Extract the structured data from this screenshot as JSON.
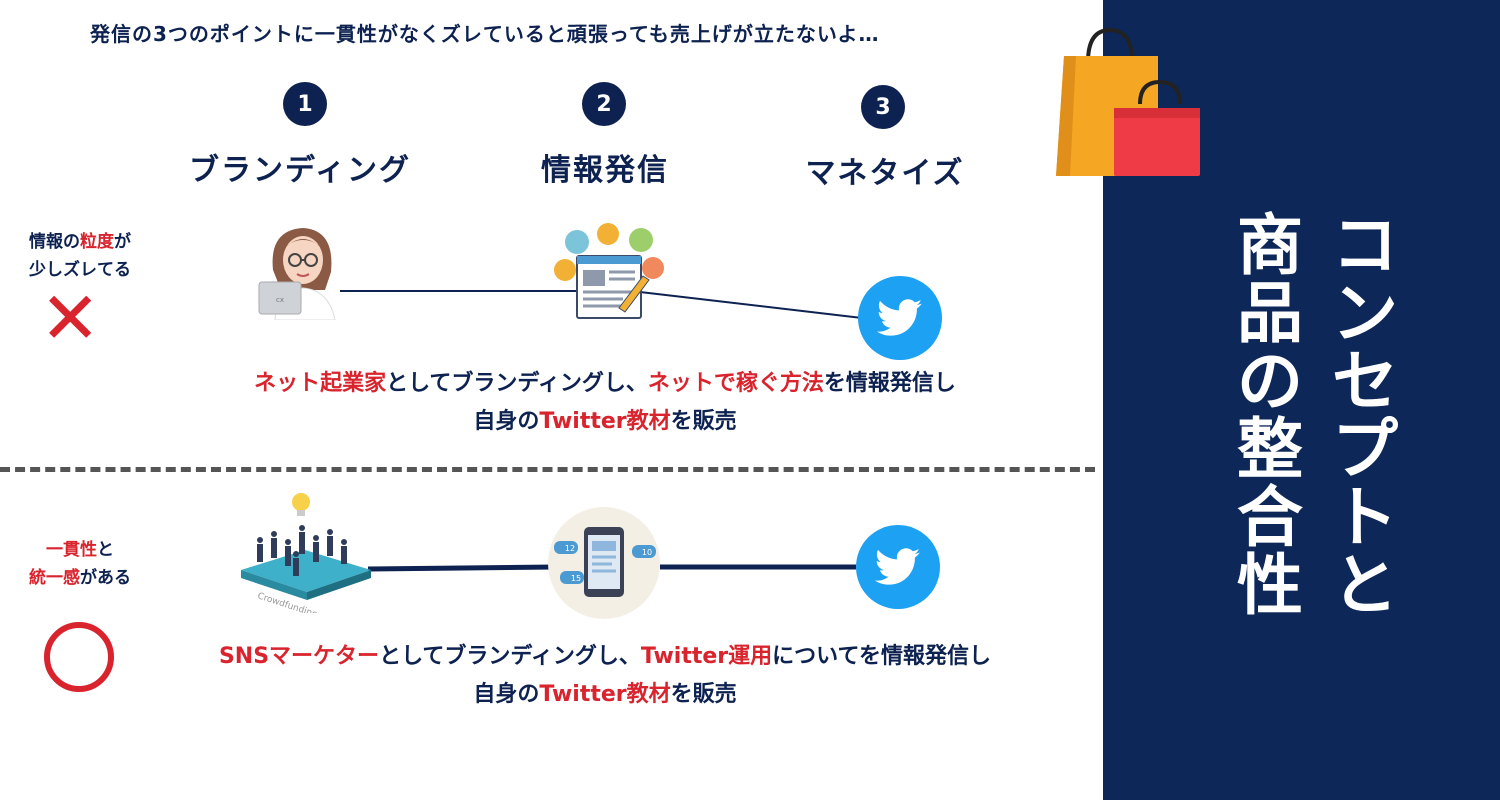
{
  "top_note": "発信の3つのポイントに一貫性がなくズレていると頑張っても売上げが立たないよ…",
  "steps": [
    {
      "num": "1",
      "label": "ブランディング"
    },
    {
      "num": "2",
      "label": "情報発信"
    },
    {
      "num": "3",
      "label": "マネタイズ"
    }
  ],
  "bad": {
    "note_line1_pre": "情報の",
    "note_line1_red": "粒度",
    "note_line1_post": "が",
    "note_line2": "少しズレてる",
    "mark": "✕",
    "desc_line1_a": "ネット起業家",
    "desc_line1_b": "としてブランディングし、",
    "desc_line1_c": "ネットで稼ぐ方法",
    "desc_line1_d": "を情報発信し",
    "desc_line2_a": "自身の",
    "desc_line2_b": "Twitter教材",
    "desc_line2_c": "を販売",
    "laptop_text": "cx"
  },
  "good": {
    "note_line1_red": "一貫性",
    "note_line1_post": "と",
    "note_line2_red": "統一感",
    "note_line2_post": "がある",
    "mark": "○",
    "desc_line1_a": "SNSマーケター",
    "desc_line1_b": "としてブランディングし、",
    "desc_line1_c": "Twitter運用",
    "desc_line1_d": "についてを情報発信し",
    "desc_line2_a": "自身の",
    "desc_line2_b": "Twitter教材",
    "desc_line2_c": "を販売",
    "crowd_label": "Crowdfunding",
    "phone_badges": [
      "12",
      "10",
      "15"
    ]
  },
  "panel": {
    "col1": "コンセプトと",
    "col2": "商品の整合性"
  },
  "colors": {
    "navy": "#0d2250",
    "red": "#d9232d",
    "panel": "#0d2759",
    "twitter": "#1da1f2",
    "bag_orange": "#f5a623",
    "bag_red": "#ee3b45"
  }
}
